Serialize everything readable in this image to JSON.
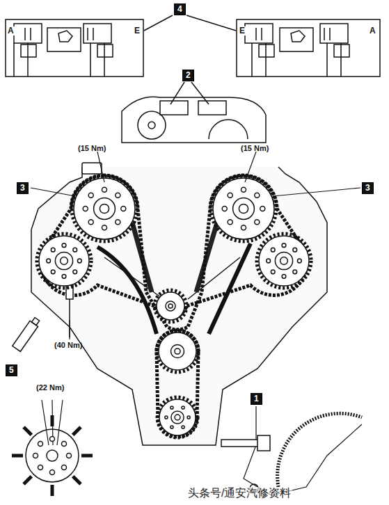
{
  "diagram": {
    "labels": [
      "4",
      "A",
      "E",
      "E",
      "A",
      "2",
      "(15 Nm)",
      "(15 Nm)",
      "3",
      "3",
      "(40 Nm)",
      "5",
      "(22 Nm)",
      "1",
      "头条号/通安汽修资料"
    ]
  }
}
